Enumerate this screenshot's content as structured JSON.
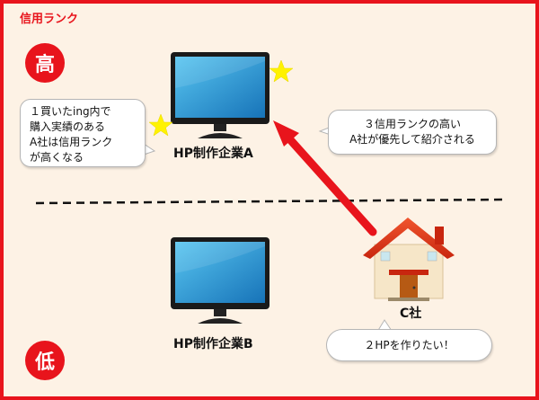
{
  "title": "信用ランク",
  "levels": {
    "high": "高",
    "low": "低"
  },
  "computers": {
    "a_label": "HP制作企業A",
    "b_label": "HP制作企業B"
  },
  "company_c": {
    "label": "C社"
  },
  "bubbles": {
    "left": [
      "１買いたing内で",
      "購入実績のある",
      "A社は信用ランク",
      "が高くなる"
    ],
    "right": [
      "３信用ランクの高い",
      "A社が優先して紹介される"
    ],
    "bottom": "２HPを作りたい！"
  },
  "colors": {
    "accent": "#e8141c",
    "background": "#fdf2e5",
    "star": "#fff200",
    "screen": "#2a9fd8",
    "house_roof": "#e03a1c",
    "house_wall": "#f6e6c8"
  },
  "icons": [
    "star-icon",
    "computer-icon",
    "house-icon"
  ]
}
